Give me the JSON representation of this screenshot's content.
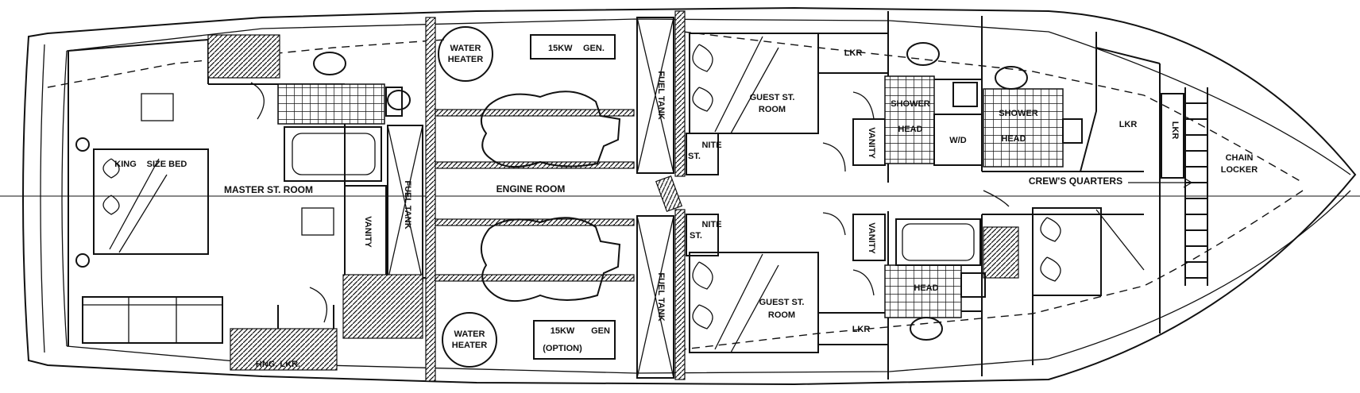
{
  "labels": {
    "water_heater_top_1": "WATER",
    "water_heater_top_2": "HEATER",
    "gen_top_1": "15KW",
    "gen_top_2": "GEN.",
    "fuel_tank_top": "FUEL TANK",
    "guest_top_1": "GUEST ST.",
    "guest_top_2": "ROOM",
    "nite_top_1": "NITE",
    "nite_top_2": "ST.",
    "lkr_top": "LKR",
    "shower_1": "SHOWER",
    "head_1": "HEAD",
    "wd": "W/D",
    "shower_2": "SHOWER",
    "head_2": "HEAD",
    "lkr_fwd": "LKR",
    "lkr_small": "LKR",
    "chain_1": "CHAIN",
    "chain_2": "LOCKER",
    "crews": "CREW'S QUARTERS",
    "vanity_fwd_top": "VANITY",
    "king_1": "KING",
    "king_2": "SIZE BED",
    "master": "MASTER ST. ROOM",
    "engine": "ENGINE ROOM",
    "vanity_master": "VANITY",
    "fuel_tank_mid": "FUEL TANK",
    "nite_bot_1": "NITE",
    "nite_bot_2": "ST.",
    "fuel_tank_bot": "FUEL TANK",
    "vanity_fwd_bot": "VANITY",
    "head_bot": "HEAD",
    "guest_bot_1": "GUEST ST.",
    "guest_bot_2": "ROOM",
    "lkr_bot": "LKR",
    "water_heater_bot_1": "WATER",
    "water_heater_bot_2": "HEATER",
    "gen_bot_1": "15KW",
    "gen_bot_2": "GEN",
    "gen_option": "(OPTION)",
    "hng_lkr": "HNG. LKR."
  }
}
